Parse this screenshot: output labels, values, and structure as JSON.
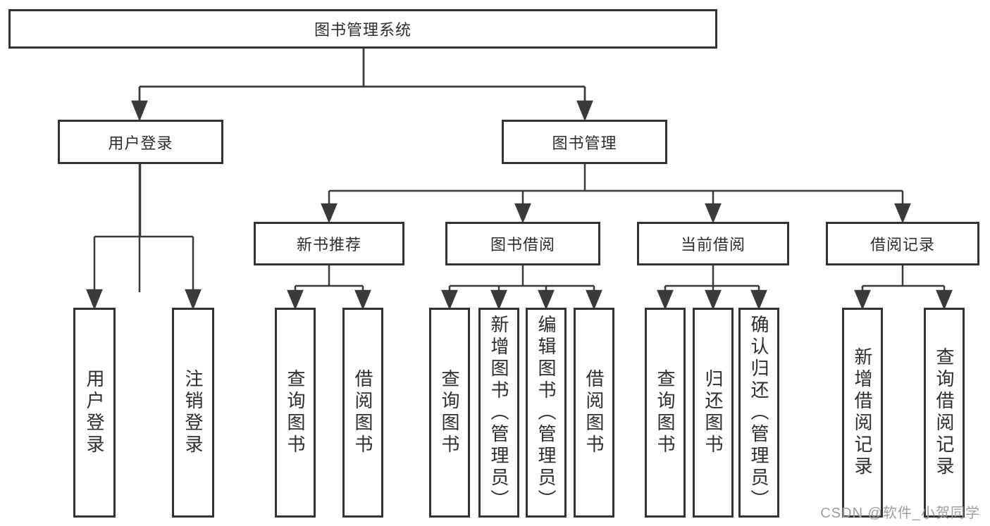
{
  "colors": {
    "line": "#3a3a3a",
    "box_border": "#333333",
    "box_fill": "#ffffff",
    "text": "#2d2d2d",
    "watermark": "#9e9e9e"
  },
  "watermark": "CSDN @软件_小贺同学",
  "tree": {
    "title": "图书管理系统",
    "branches": [
      {
        "label": "用户登录",
        "children": [
          {
            "label": "用户登录"
          },
          {
            "label": "注销登录"
          }
        ]
      },
      {
        "label": "图书管理",
        "children": [
          {
            "label": "新书推荐",
            "children": [
              {
                "label": "查询图书"
              },
              {
                "label": "借阅图书"
              }
            ]
          },
          {
            "label": "图书借阅",
            "children": [
              {
                "label": "查询图书"
              },
              {
                "label": "新增图书（管理员）"
              },
              {
                "label": "编辑图书（管理员）"
              },
              {
                "label": "借阅图书"
              }
            ]
          },
          {
            "label": "当前借阅",
            "children": [
              {
                "label": "查询图书"
              },
              {
                "label": "归还图书"
              },
              {
                "label": "确认归还（管理员）"
              }
            ]
          },
          {
            "label": "借阅记录",
            "children": [
              {
                "label": "新增借阅记录"
              },
              {
                "label": "查询借阅记录"
              }
            ]
          }
        ]
      }
    ]
  }
}
